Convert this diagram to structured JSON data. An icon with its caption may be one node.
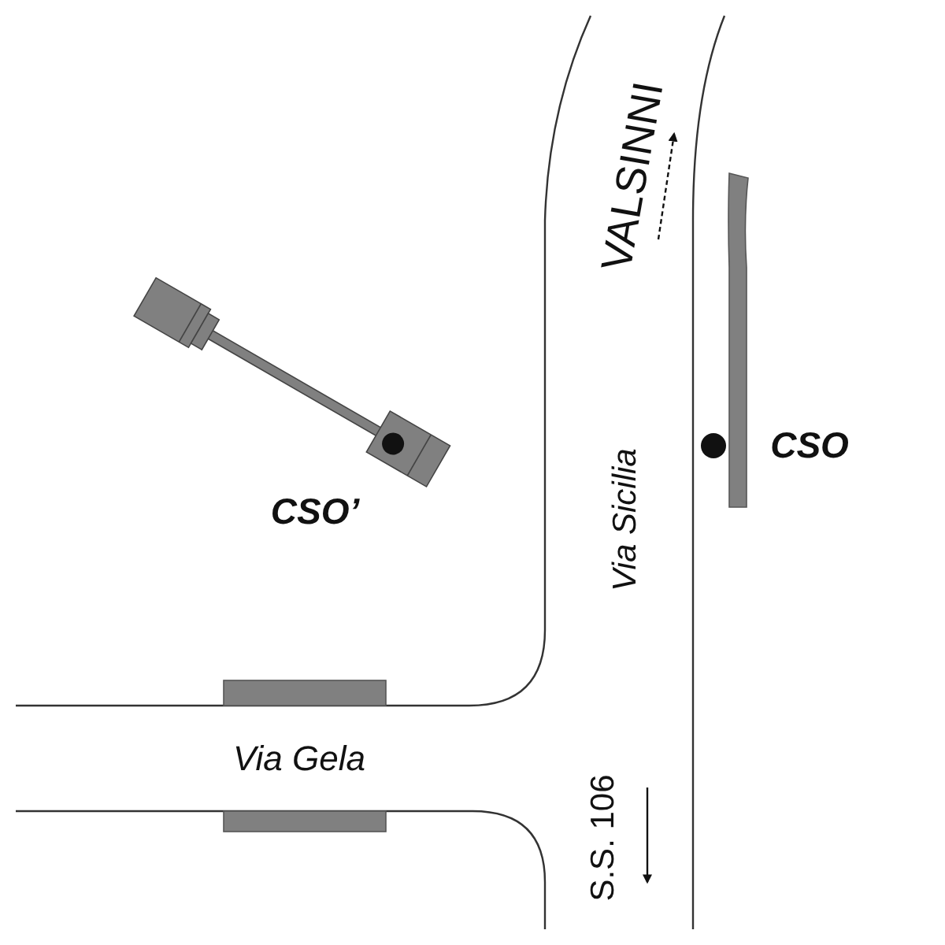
{
  "diagram": {
    "labels": [
      "VALSINNI",
      "CSO",
      "CSO’",
      "Via Sicilia",
      "Via Gela",
      "S.S. 106"
    ]
  }
}
